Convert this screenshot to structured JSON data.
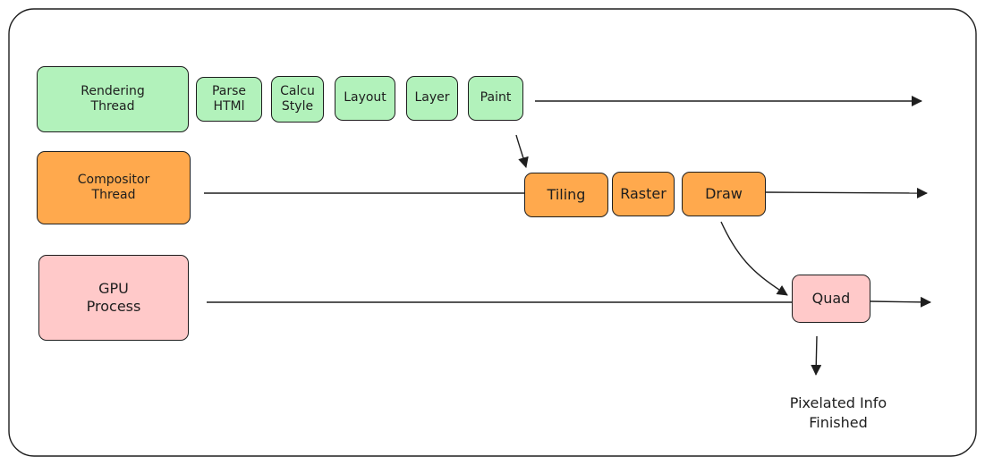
{
  "colors": {
    "green_fill": "#b2f2bb",
    "orange_fill": "#ffa94d",
    "pink_fill": "#ffc9c9",
    "stroke": "#1e1e1e",
    "background": "#ffffff"
  },
  "threads": {
    "rendering": "Rendering\nThread",
    "compositor": "Compositor\nThread",
    "gpu": "GPU\nProcess"
  },
  "rendering_steps": [
    "Parse\nHTMl",
    "Calcu\nStyle",
    "Layout",
    "Layer",
    "Paint"
  ],
  "compositor_steps": [
    "Tiling",
    "Raster",
    "Draw"
  ],
  "gpu_steps": [
    "Quad"
  ],
  "result": "Pixelated Info\nFinished"
}
